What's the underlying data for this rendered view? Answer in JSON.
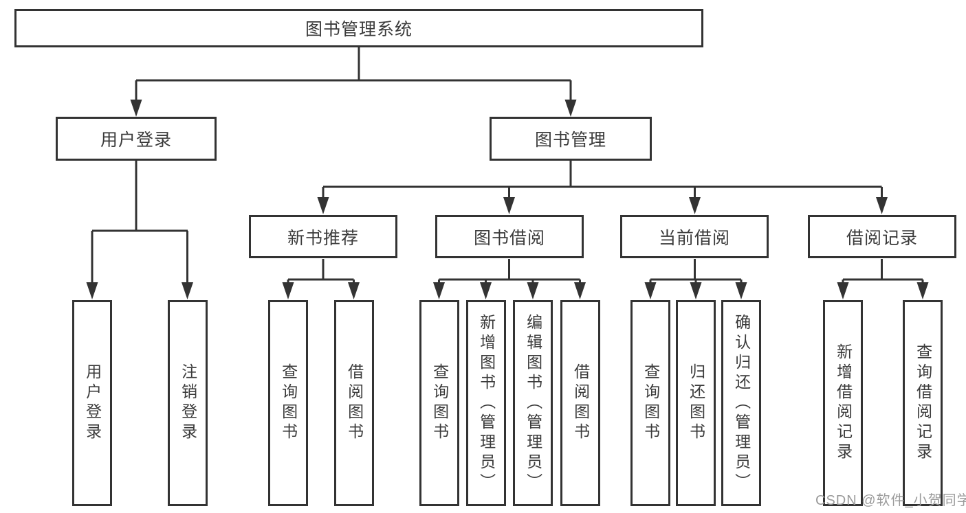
{
  "diagram": {
    "root": {
      "label": "图书管理系统"
    },
    "children": [
      {
        "label": "用户登录",
        "children": [
          {
            "label": "用户登录"
          },
          {
            "label": "注销登录"
          }
        ]
      },
      {
        "label": "图书管理",
        "children": [
          {
            "label": "新书推荐",
            "children": [
              {
                "label": "查询图书"
              },
              {
                "label": "借阅图书"
              }
            ]
          },
          {
            "label": "图书借阅",
            "children": [
              {
                "label": "查询图书"
              },
              {
                "label": "新增图书（管理员）"
              },
              {
                "label": "编辑图书（管理员）"
              },
              {
                "label": "借阅图书"
              }
            ]
          },
          {
            "label": "当前借阅",
            "children": [
              {
                "label": "查询图书"
              },
              {
                "label": "归还图书"
              },
              {
                "label": "确认归还（管理员）"
              }
            ]
          },
          {
            "label": "借阅记录",
            "children": [
              {
                "label": "新增借阅记录"
              },
              {
                "label": "查询借阅记录"
              }
            ]
          }
        ]
      }
    ]
  },
  "watermark": {
    "text": "CSDN @软件_小贺同学"
  },
  "colors": {
    "line": "#333333",
    "box_border": "#333333",
    "text": "#3b3b3b",
    "watermark": "#9b9b9b",
    "background": "#ffffff"
  }
}
